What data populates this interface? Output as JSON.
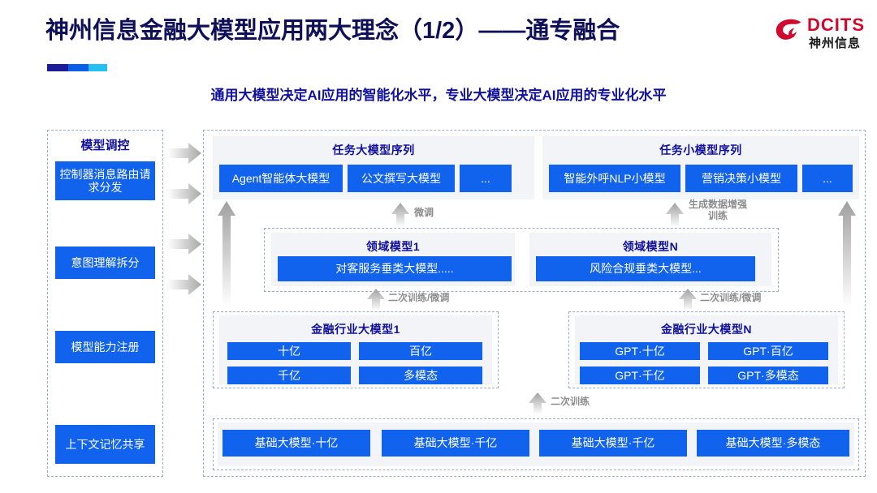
{
  "header": {
    "title": "神州信息金融大模型应用两大理念（1/2）——通专融合",
    "subtitle": "通用大模型决定AI应用的智能化水平，专业大模型决定AI应用的专业化水平",
    "logo_en": "DCITS",
    "logo_cn": "神州信息",
    "accent_colors": [
      "#1c1c96",
      "#0a5ee8",
      "#25bff0"
    ],
    "title_color": "#10105a",
    "subtitle_color": "#10109c",
    "logo_color": "#cf0a2c"
  },
  "sidebar": {
    "heading": "模型调控",
    "items": [
      {
        "label": "控制器消息路由请求分发"
      },
      {
        "label": "意图理解拆分"
      },
      {
        "label": "模型能力注册"
      },
      {
        "label": "上下文记忆共享"
      }
    ]
  },
  "task_panels": [
    {
      "title": "任务大模型序列",
      "boxes": [
        "Agent智能体大模型",
        "公文撰写大模型",
        "..."
      ]
    },
    {
      "title": "任务小模型序列",
      "boxes": [
        "智能外呼NLP小模型",
        "营销决策小模型",
        "..."
      ]
    }
  ],
  "domain_panels": [
    {
      "title": "领域模型1",
      "box": "对客服务垂类大模型....."
    },
    {
      "title": "领域模型N",
      "box": "风险合规垂类大模型..."
    }
  ],
  "industry_panels": [
    {
      "title": "金融行业大模型1",
      "boxes": [
        "十亿",
        "百亿",
        "千亿",
        "多模态"
      ]
    },
    {
      "title": "金融行业大模型N",
      "boxes": [
        "GPT·十亿",
        "GPT·百亿",
        "GPT·千亿",
        "GPT·多模态"
      ]
    }
  ],
  "base_panel": {
    "boxes": [
      "基础大模型·十亿",
      "基础大模型·千亿",
      "基础大模型·千亿",
      "基础大模型·多模态"
    ]
  },
  "flow_labels": {
    "finetune_left": "微调",
    "augment_right": "生成数据增强\n训练",
    "retrain_finetune_left": "二次训练/微调",
    "retrain_finetune_right": "二次训练/微调",
    "retrain_bottom": "二次训练"
  },
  "colors": {
    "box_blue": "#1162ec",
    "panel_bg": "#f2f4f8",
    "dash_border": "#9aaccc",
    "arrow_gray": "#b9b9b9",
    "label_gray": "#8d8d8d"
  }
}
